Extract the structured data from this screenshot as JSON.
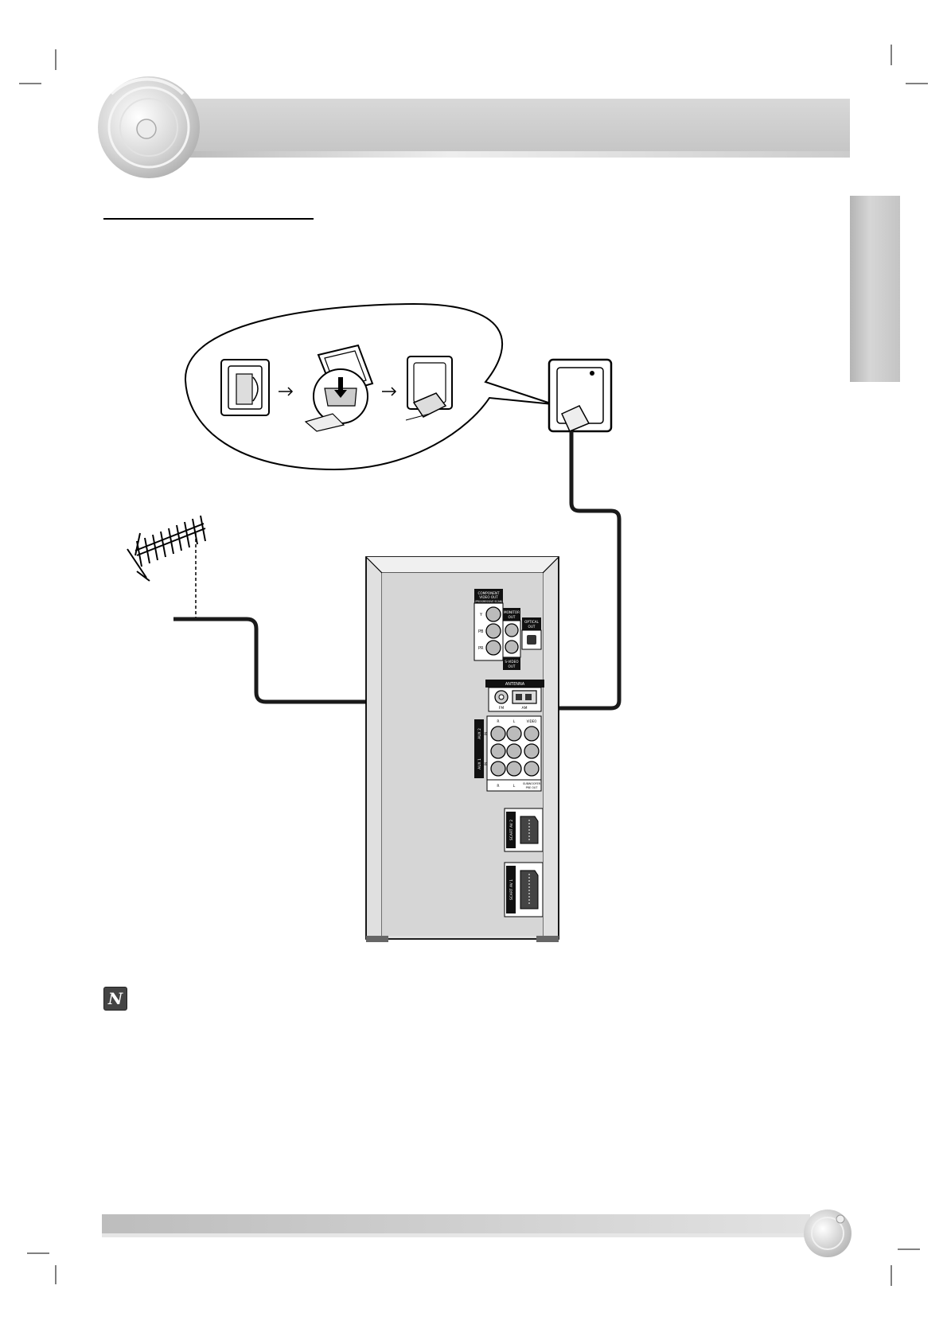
{
  "colors": {
    "header_band": "#d2d2d2",
    "side_tab": "#c8c8c8",
    "cable": "#1a1a1a",
    "panel_fill": "#eaeaea",
    "note_badge": "#444444"
  },
  "rear_panel": {
    "component_label_1": "COMPONENT",
    "component_label_2": "VIDEO OUT",
    "component_label_3": "(PROGRESSIVE SCAN)",
    "component_y": "Y",
    "component_pb": "PB",
    "component_pr": "PR",
    "monitor_out_1": "MONITOR",
    "monitor_out_2": "OUT",
    "s_video_out_1": "S-VIDEO",
    "s_video_out_2": "OUT",
    "optical_out_1": "OPTICAL",
    "optical_out_2": "OUT",
    "antenna_label": "ANTENNA",
    "antenna_fm": "FM",
    "antenna_am": "AM",
    "aux_r": "R",
    "aux_l": "L",
    "aux_video": "VIDEO",
    "aux_2": "AUX 2",
    "aux_1": "AUX 1",
    "aux_in": "IN",
    "subwoofer_1": "SUBWOOFER",
    "subwoofer_2": "PRE OUT",
    "scart_2": "SCART AV 2",
    "scart_1": "SCART AV 1"
  },
  "note": {
    "icon_letter": "N"
  }
}
